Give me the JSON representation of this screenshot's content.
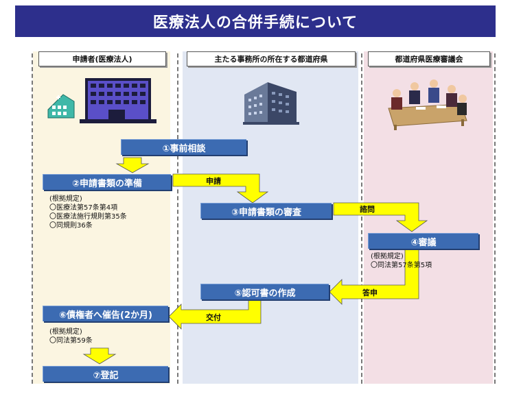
{
  "title": "医療法人の合併手続について",
  "columns": {
    "applicant": "申請者(医療法人)",
    "prefecture": "主たる事務所の所在する都道府県",
    "council": "都道府県医療審議会"
  },
  "steps": {
    "s1": "①事前相談",
    "s2": "②申請書類の準備",
    "s3": "③申請書類の審査",
    "s4": "④審議",
    "s5": "⑤認可書の作成",
    "s6": "⑥債権者へ催告(2か月)",
    "s7": "⑦登記"
  },
  "arrows": {
    "apply": "申請",
    "consult": "諮問",
    "report": "答申",
    "issue": "交付"
  },
  "basis_s2": {
    "heading": "(根拠規定)",
    "items": [
      "〇医療法第57条第4項",
      "〇医療法施行規則第35条",
      "〇同規則36条"
    ]
  },
  "basis_s4": {
    "heading": "(根拠規定)",
    "items": [
      "〇同法第57条第5項"
    ]
  },
  "basis_s6": {
    "heading": "(根拠規定)",
    "items": [
      "〇同法第59条"
    ]
  },
  "colors": {
    "title_bg": "#2d2f8c",
    "step_bg": "#3c6bb2",
    "arrow_yellow": "#ffff00"
  }
}
